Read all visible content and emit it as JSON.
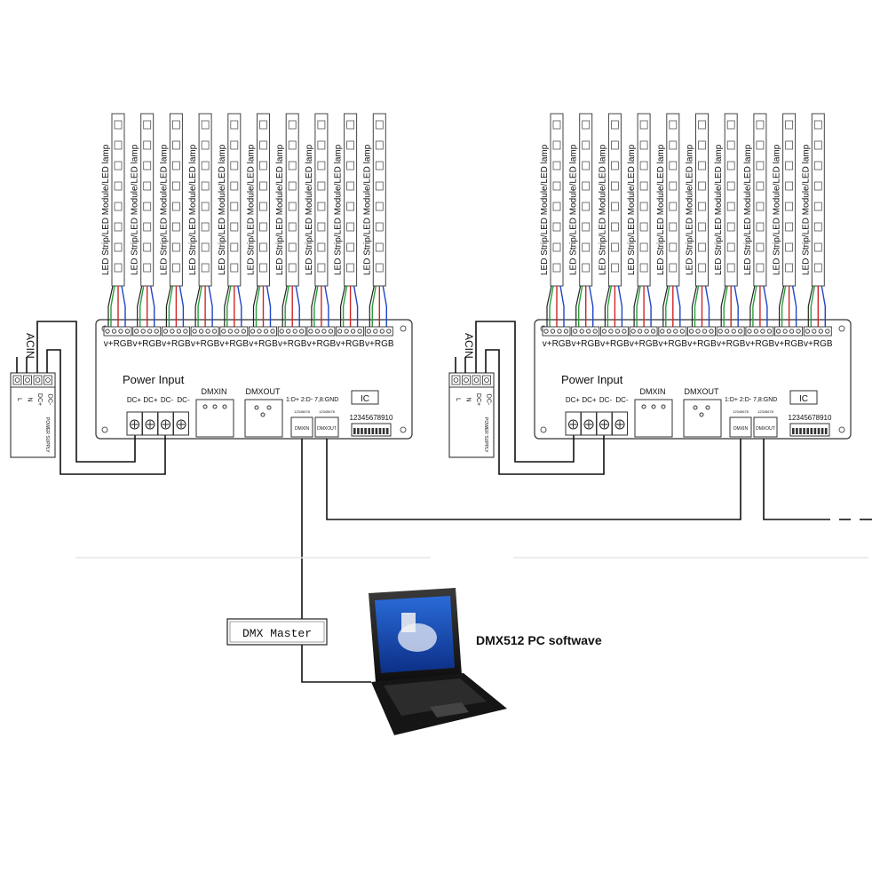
{
  "strip_label": "LED Strip/LED Module/LED lamp",
  "rgb_label": "v+RGB",
  "ac_in_label": "ACIN",
  "psu_terminals": [
    "L",
    "N",
    "DC+",
    "DC-"
  ],
  "psu_label": "POWER SUPPLY",
  "power_input_label": "Power Input",
  "dc_terminals": [
    "DC+",
    "DC+",
    "DC-",
    "DC-"
  ],
  "dmxin_label": "DMXIN",
  "dmxout_label": "DMXOUT",
  "pin_label": "1:D+ 2:D- 7,8:GND",
  "ic_label": "IC",
  "dip_label": "12345678910",
  "rj_in_label": "DMXIN",
  "rj_out_label": "DMXOUT",
  "rj_pins": "12345678",
  "dmx_master_label": "DMX Master",
  "pc_software_label": "DMX512 PC softwave",
  "wire_colors": [
    "#2a9d3a",
    "#d02424",
    "#1f45c8"
  ],
  "controllers": [
    {
      "id": "left",
      "strip_count": 10
    },
    {
      "id": "right",
      "strip_count": 10
    }
  ]
}
